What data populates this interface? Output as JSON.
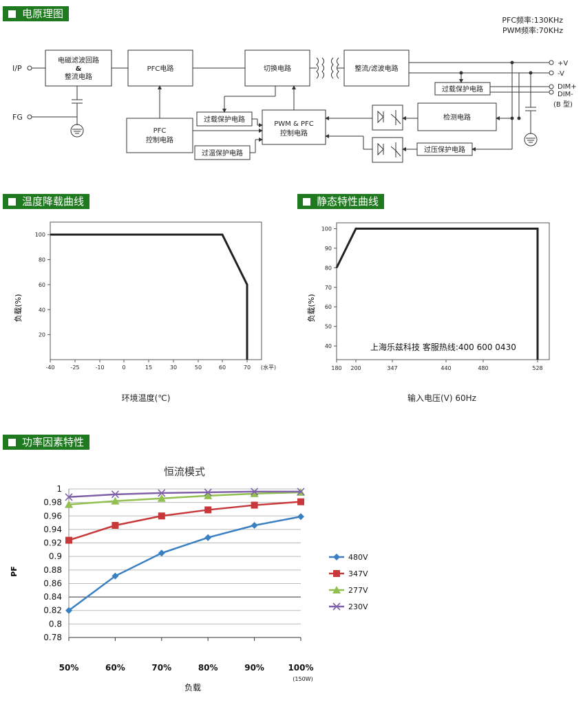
{
  "sections": {
    "block": "电原理图",
    "derating": "温度降载曲线",
    "static": "静态特性曲线",
    "pf": "功率因素特性"
  },
  "block_diagram": {
    "freq_pfc": "PFC频率:130KHz",
    "freq_pwm": "PWM频率:70KHz",
    "ip": "I/P",
    "fg": "FG",
    "emi_line1": "电磁滤波回路",
    "emi_amp": "&",
    "emi_line2": "整流电路",
    "pfc": "PFC电路",
    "switch": "切换电路",
    "rectifier": "整流/滤波电路",
    "pfc_ctrl_line1": "PFC",
    "pfc_ctrl_line2": "控制电路",
    "pwm_ctrl_line1": "PWM & PFC",
    "pwm_ctrl_line2": "控制电路",
    "ocp1": "过载保护电路",
    "otp": "过温保护电路",
    "ocp2": "过载保护电路",
    "detect": "检测电路",
    "ovp": "过压保护电路",
    "out_pos": "+V",
    "out_neg": "-V",
    "dim_pos": "DIM+",
    "dim_neg": "DIM-",
    "btype": "(B 型)"
  },
  "chart_data": [
    {
      "type": "line",
      "id": "derating",
      "x": [
        -40,
        60,
        70,
        70
      ],
      "y": [
        100,
        100,
        60,
        0
      ],
      "xticks": [
        "-40",
        "-25",
        "-10",
        "0",
        "15",
        "30",
        "50",
        "60",
        "70"
      ],
      "xunit": "(水平)",
      "yticks": [
        "100",
        "80",
        "60",
        "40",
        "20"
      ],
      "xlabel": "环境温度(℃)",
      "ylabel": "负载(%)",
      "ylim": [
        0,
        110
      ]
    },
    {
      "type": "line",
      "id": "static",
      "x": [
        180,
        200,
        528,
        528
      ],
      "y": [
        80,
        100,
        100,
        33
      ],
      "xticks": [
        "180",
        "200",
        "347",
        "440",
        "480",
        "528"
      ],
      "yticks": [
        "100",
        "90",
        "80",
        "70",
        "60",
        "50",
        "40"
      ],
      "xlabel": "输入电压(V) 60Hz",
      "ylabel": "负载(%)",
      "ylim": [
        33,
        103
      ],
      "watermark": "上海乐兹科技 客服热线:400 600 0430"
    },
    {
      "type": "line",
      "id": "pf",
      "title": "恒流模式",
      "categories": [
        "50%",
        "60%",
        "70%",
        "80%",
        "90%",
        "100%"
      ],
      "x_note": "(150W)",
      "xlabel": "负载",
      "ylabel": "PF",
      "yticks": [
        "1",
        "0.98",
        "0.96",
        "0.94",
        "0.92",
        "0.9",
        "0.88",
        "0.86",
        "0.84",
        "0.82",
        "0.8",
        "0.78"
      ],
      "ylim": [
        0.78,
        1.0
      ],
      "series": [
        {
          "name": "480V",
          "color": "#3a7fc1",
          "marker": "diamond",
          "values": [
            0.82,
            0.871,
            0.905,
            0.928,
            0.946,
            0.959
          ]
        },
        {
          "name": "347V",
          "color": "#c8383a",
          "marker": "square",
          "values": [
            0.924,
            0.946,
            0.96,
            0.969,
            0.976,
            0.981
          ]
        },
        {
          "name": "277V",
          "color": "#92c050",
          "marker": "triangle",
          "values": [
            0.977,
            0.982,
            0.986,
            0.99,
            0.993,
            0.995
          ]
        },
        {
          "name": "230V",
          "color": "#7e5fa8",
          "marker": "x",
          "values": [
            0.988,
            0.992,
            0.994,
            0.995,
            0.996,
            0.996
          ]
        }
      ]
    }
  ]
}
